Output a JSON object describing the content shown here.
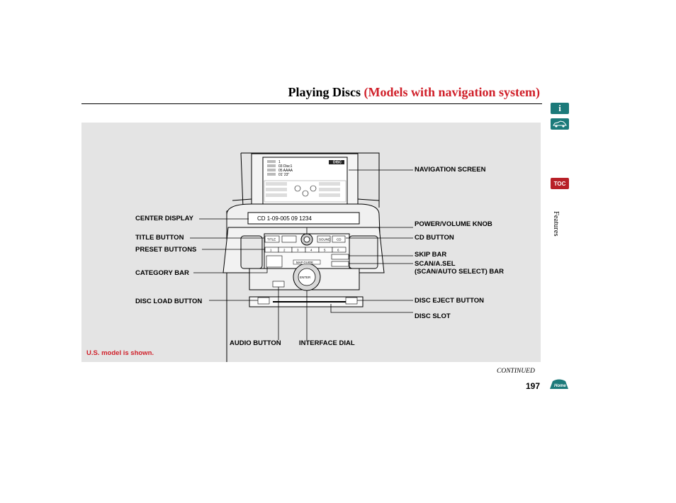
{
  "header": {
    "title_main": "Playing Discs",
    "title_sub": "(Models with navigation system)"
  },
  "sidebar": {
    "info_icon_glyph": "i",
    "toc_label": "TOC",
    "section_label": "Features"
  },
  "colors": {
    "accent_red": "#d0202a",
    "teal": "#1c7a7a",
    "panel_bg": "#e4e4e4"
  },
  "callouts": {
    "navigation_screen": "NAVIGATION SCREEN",
    "center_display": "CENTER DISPLAY",
    "power_volume_knob": "POWER/VOLUME KNOB",
    "title_button": "TITLE BUTTON",
    "cd_button": "CD BUTTON",
    "preset_buttons": "PRESET BUTTONS",
    "skip_bar": "SKIP BAR",
    "scan_line1": "SCAN/A.SEL",
    "scan_line2": "(SCAN/AUTO SELECT) BAR",
    "category_bar": "CATEGORY BAR",
    "disc_load_button": "DISC LOAD BUTTON",
    "disc_eject_button": "DISC EJECT BUTTON",
    "disc_slot": "DISC SLOT",
    "audio_button": "AUDIO BUTTON",
    "interface_dial": "INTERFACE DIAL"
  },
  "figure": {
    "nav_rows": [
      "1",
      "03 Disc1",
      "05 AAAA",
      "01' 23\""
    ],
    "nav_badge": "DISC",
    "center_display_text": "CD 1-09-005  09  1234",
    "buttons": {
      "title": "TITLE",
      "sound": "SOUND",
      "cd": "CD",
      "presets": [
        "1",
        "2",
        "3",
        "4",
        "5",
        "6"
      ],
      "map_guide": "MAP GUIDE",
      "enter": "ENTER"
    }
  },
  "footer": {
    "note": "U.S. model is shown.",
    "continued": "CONTINUED",
    "page_number": "197"
  }
}
